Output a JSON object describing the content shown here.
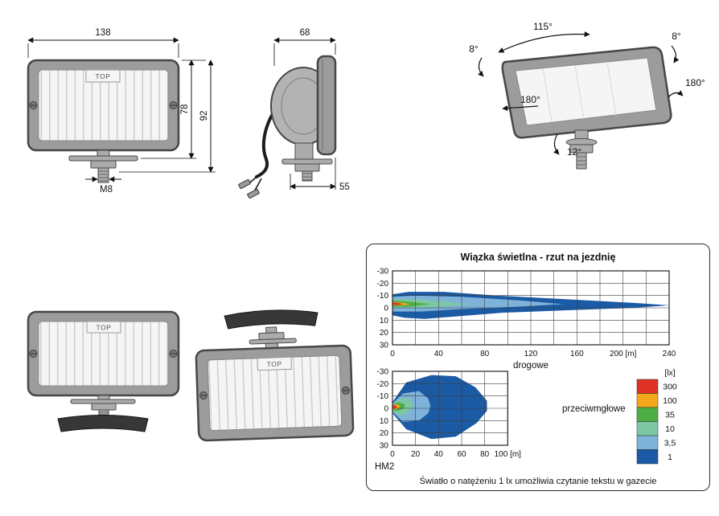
{
  "page": {
    "background": "#ffffff"
  },
  "drawings": {
    "front_view": {
      "width_mm": "138",
      "height_body_mm": "78",
      "height_total_mm": "92",
      "thread_label": "M8",
      "top_label": "TOP"
    },
    "side_view": {
      "depth_mm": "68",
      "offset_mm": "55"
    },
    "perspective_view": {
      "angle_tilt_left": "8°",
      "angle_swivel": "115°",
      "angle_tilt_right": "8°",
      "angle_rotation_right": "180°",
      "angle_rotation_left": "180°",
      "angle_tilt_down": "12°"
    },
    "mounting_views": {
      "lamp_upright_top_label": "TOP",
      "lamp_hanging_top_label": "TOP"
    }
  },
  "beam_panel": {
    "title": "Wiązka świetlna - rzut na jezdnię",
    "driving_label": "drogowe",
    "fog_label": "przeciwmgłowe",
    "model_label": "HM2",
    "caption": "Światło o natężeniu 1 lx umożliwia czytanie tekstu w gazecie",
    "legend": {
      "unit": "[lx]",
      "entries": [
        {
          "label": "300",
          "color": "#df3226"
        },
        {
          "label": "100",
          "color": "#f5a81c"
        },
        {
          "label": "35",
          "color": "#4caf45"
        },
        {
          "label": "10",
          "color": "#7dc7a4"
        },
        {
          "label": "3,5",
          "color": "#7fb2d9"
        },
        {
          "label": "1",
          "color": "#1b5aa5"
        }
      ]
    },
    "chart1": {
      "yticks": [
        "-30",
        "-20",
        "-10",
        "0",
        "10",
        "20",
        "30"
      ],
      "xticks": [
        "0",
        "40",
        "80",
        "120",
        "160",
        "200 [m]",
        "240"
      ]
    },
    "chart2": {
      "yticks": [
        "-30",
        "-20",
        "-10",
        "0",
        "10",
        "20",
        "30"
      ],
      "xticks": [
        "0",
        "20",
        "40",
        "60",
        "80",
        "100 [m]"
      ]
    }
  },
  "chart_data": [
    {
      "type": "area",
      "title": "Wiązka świetlna - rzut na jezdnię",
      "subtitle": "drogowe",
      "xlabel": "[m]",
      "ylabel": "[m]",
      "xlim": [
        0,
        240
      ],
      "ylim": [
        -30,
        30
      ],
      "grid": true,
      "contours": [
        {
          "level_lx": 1,
          "color": "#1b5aa5",
          "points": [
            [
              0,
              -11
            ],
            [
              14,
              -13
            ],
            [
              45,
              -13
            ],
            [
              90,
              -10
            ],
            [
              150,
              -7
            ],
            [
              210,
              -4
            ],
            [
              240,
              -2
            ],
            [
              210,
              0
            ],
            [
              150,
              2
            ],
            [
              95,
              4
            ],
            [
              55,
              7
            ],
            [
              28,
              9
            ],
            [
              10,
              8
            ],
            [
              0,
              6
            ]
          ]
        },
        {
          "level_lx": 3.5,
          "color": "#7fb2d9",
          "points": [
            [
              0,
              -9
            ],
            [
              20,
              -10
            ],
            [
              60,
              -9
            ],
            [
              110,
              -6
            ],
            [
              148,
              -3
            ],
            [
              110,
              -1
            ],
            [
              60,
              1
            ],
            [
              25,
              3
            ],
            [
              0,
              3
            ]
          ]
        },
        {
          "level_lx": 10,
          "color": "#7dc7a4",
          "points": [
            [
              0,
              -7
            ],
            [
              18,
              -7
            ],
            [
              45,
              -5
            ],
            [
              68,
              -3
            ],
            [
              45,
              -1
            ],
            [
              18,
              0
            ],
            [
              0,
              0
            ]
          ]
        },
        {
          "level_lx": 35,
          "color": "#4caf45",
          "points": [
            [
              0,
              -6
            ],
            [
              14,
              -5
            ],
            [
              33,
              -3
            ],
            [
              14,
              -1
            ],
            [
              0,
              -1
            ]
          ]
        },
        {
          "level_lx": 100,
          "color": "#f5a81c",
          "points": [
            [
              0,
              -5
            ],
            [
              9,
              -4
            ],
            [
              16,
              -3
            ],
            [
              9,
              -2
            ],
            [
              0,
              -2
            ]
          ]
        },
        {
          "level_lx": 300,
          "color": "#df3226",
          "points": [
            [
              0,
              -4.5
            ],
            [
              5,
              -4
            ],
            [
              9,
              -3
            ],
            [
              5,
              -2.2
            ],
            [
              0,
              -2.4
            ]
          ]
        }
      ]
    },
    {
      "type": "area",
      "title": "Wiązka świetlna - rzut na jezdnię",
      "subtitle": "przeciwmgłowe",
      "xlabel": "[m]",
      "ylabel": "[m]",
      "xlim": [
        0,
        100
      ],
      "ylim": [
        -30,
        30
      ],
      "grid": true,
      "contours": [
        {
          "level_lx": 1,
          "color": "#1b5aa5",
          "points": [
            [
              0,
              -5
            ],
            [
              12,
              -21
            ],
            [
              34,
              -27
            ],
            [
              55,
              -26
            ],
            [
              72,
              -17
            ],
            [
              82,
              -6
            ],
            [
              82,
              2
            ],
            [
              73,
              12
            ],
            [
              55,
              23
            ],
            [
              34,
              25
            ],
            [
              12,
              17
            ],
            [
              0,
              4
            ]
          ]
        },
        {
          "level_lx": 3.5,
          "color": "#7fb2d9",
          "points": [
            [
              0,
              -4
            ],
            [
              9,
              -12
            ],
            [
              23,
              -14
            ],
            [
              31,
              -8
            ],
            [
              33,
              -2
            ],
            [
              31,
              4
            ],
            [
              23,
              10
            ],
            [
              9,
              11
            ],
            [
              0,
              3
            ]
          ]
        },
        {
          "level_lx": 10,
          "color": "#7dc7a4",
          "points": [
            [
              0,
              -3.5
            ],
            [
              7,
              -8
            ],
            [
              14,
              -8
            ],
            [
              19,
              -3
            ],
            [
              14,
              3
            ],
            [
              7,
              6
            ],
            [
              0,
              2.5
            ]
          ]
        },
        {
          "level_lx": 35,
          "color": "#4caf45",
          "points": [
            [
              0,
              -3
            ],
            [
              5,
              -5
            ],
            [
              11,
              -3
            ],
            [
              10,
              0
            ],
            [
              5,
              2
            ],
            [
              0,
              2
            ]
          ]
        },
        {
          "level_lx": 100,
          "color": "#f5a81c",
          "points": [
            [
              0,
              -2.5
            ],
            [
              4,
              -3.5
            ],
            [
              7,
              -1.5
            ],
            [
              4,
              0.5
            ],
            [
              0,
              1.5
            ]
          ]
        },
        {
          "level_lx": 300,
          "color": "#df3226",
          "points": [
            [
              0,
              -2
            ],
            [
              2.5,
              -2.5
            ],
            [
              4,
              -1
            ],
            [
              2.5,
              0.2
            ],
            [
              0,
              0.5
            ]
          ]
        }
      ]
    }
  ]
}
